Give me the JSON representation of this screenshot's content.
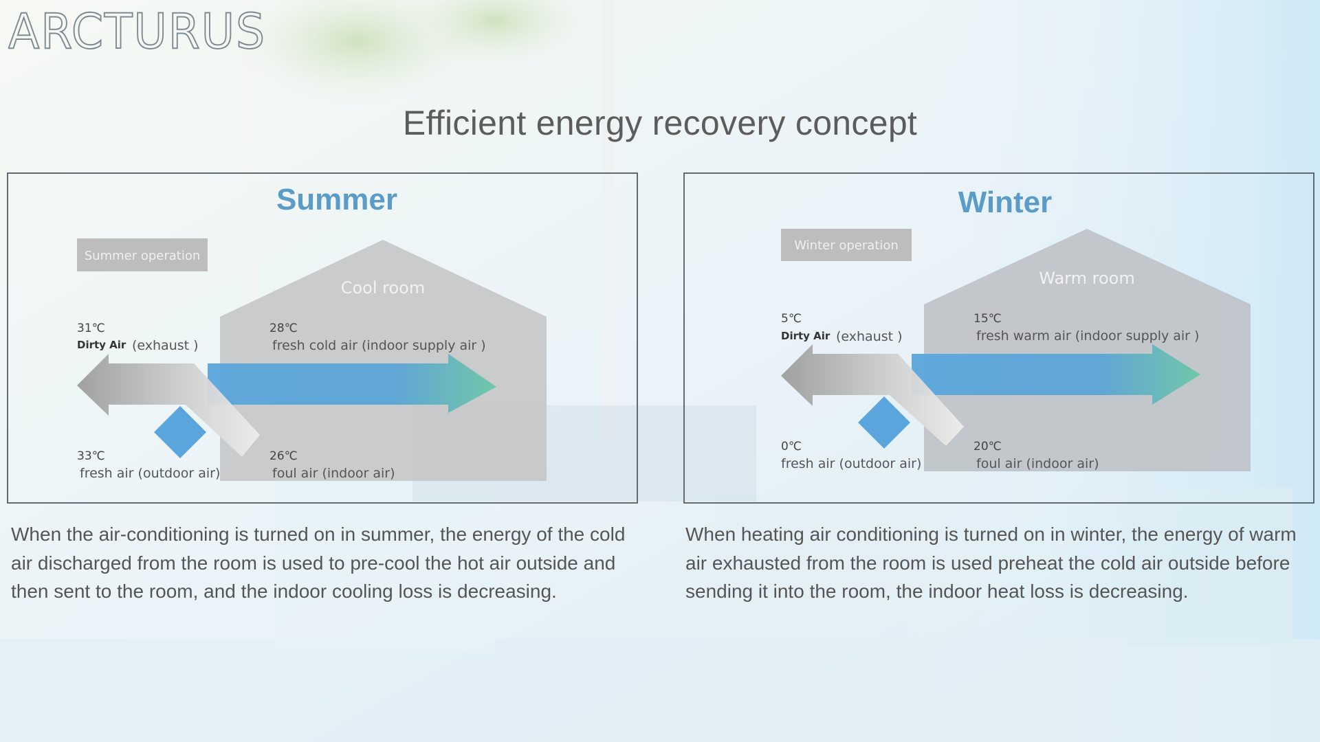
{
  "brand": {
    "logo_text": "ARCTURUS"
  },
  "title": "Efficient energy recovery concept",
  "colors": {
    "season_title": "#5b9bc8",
    "supply_arrow": "#5aa6dc",
    "exhaust_arrow": "#b9b9b9"
  },
  "panels": {
    "summer": {
      "season": "Summer",
      "operation": "Summer operation",
      "room": "Cool room",
      "exhaust_temp": "31℃",
      "exhaust_label_bold": "Dirty Air",
      "exhaust_label": "(exhaust )",
      "supply_temp": "28℃",
      "supply_label": "fresh cold air (indoor supply air )",
      "outdoor_temp": "33℃",
      "outdoor_label": "fresh air (outdoor air)",
      "indoor_temp": "26℃",
      "indoor_label": "foul air (indoor air)",
      "description": "When the air-conditioning is turned on in summer, the energy of the cold air discharged from the room is used to pre-cool the hot air outside and then sent to the room, and the indoor cooling loss is decreasing."
    },
    "winter": {
      "season": "Winter",
      "operation": "Winter operation",
      "room": "Warm room",
      "exhaust_temp": "5℃",
      "exhaust_label_bold": "Dirty Air",
      "exhaust_label": "(exhaust )",
      "supply_temp": "15℃",
      "supply_label": "fresh warm air (indoor supply air )",
      "outdoor_temp": "0℃",
      "outdoor_label": "fresh air (outdoor air)",
      "indoor_temp": "20℃",
      "indoor_label": "foul air (indoor air)",
      "description": "When heating air conditioning is turned on in winter, the energy of warm air exhausted from the room is used preheat the cold air outside before sending it into the room, the indoor heat loss is decreasing."
    }
  }
}
